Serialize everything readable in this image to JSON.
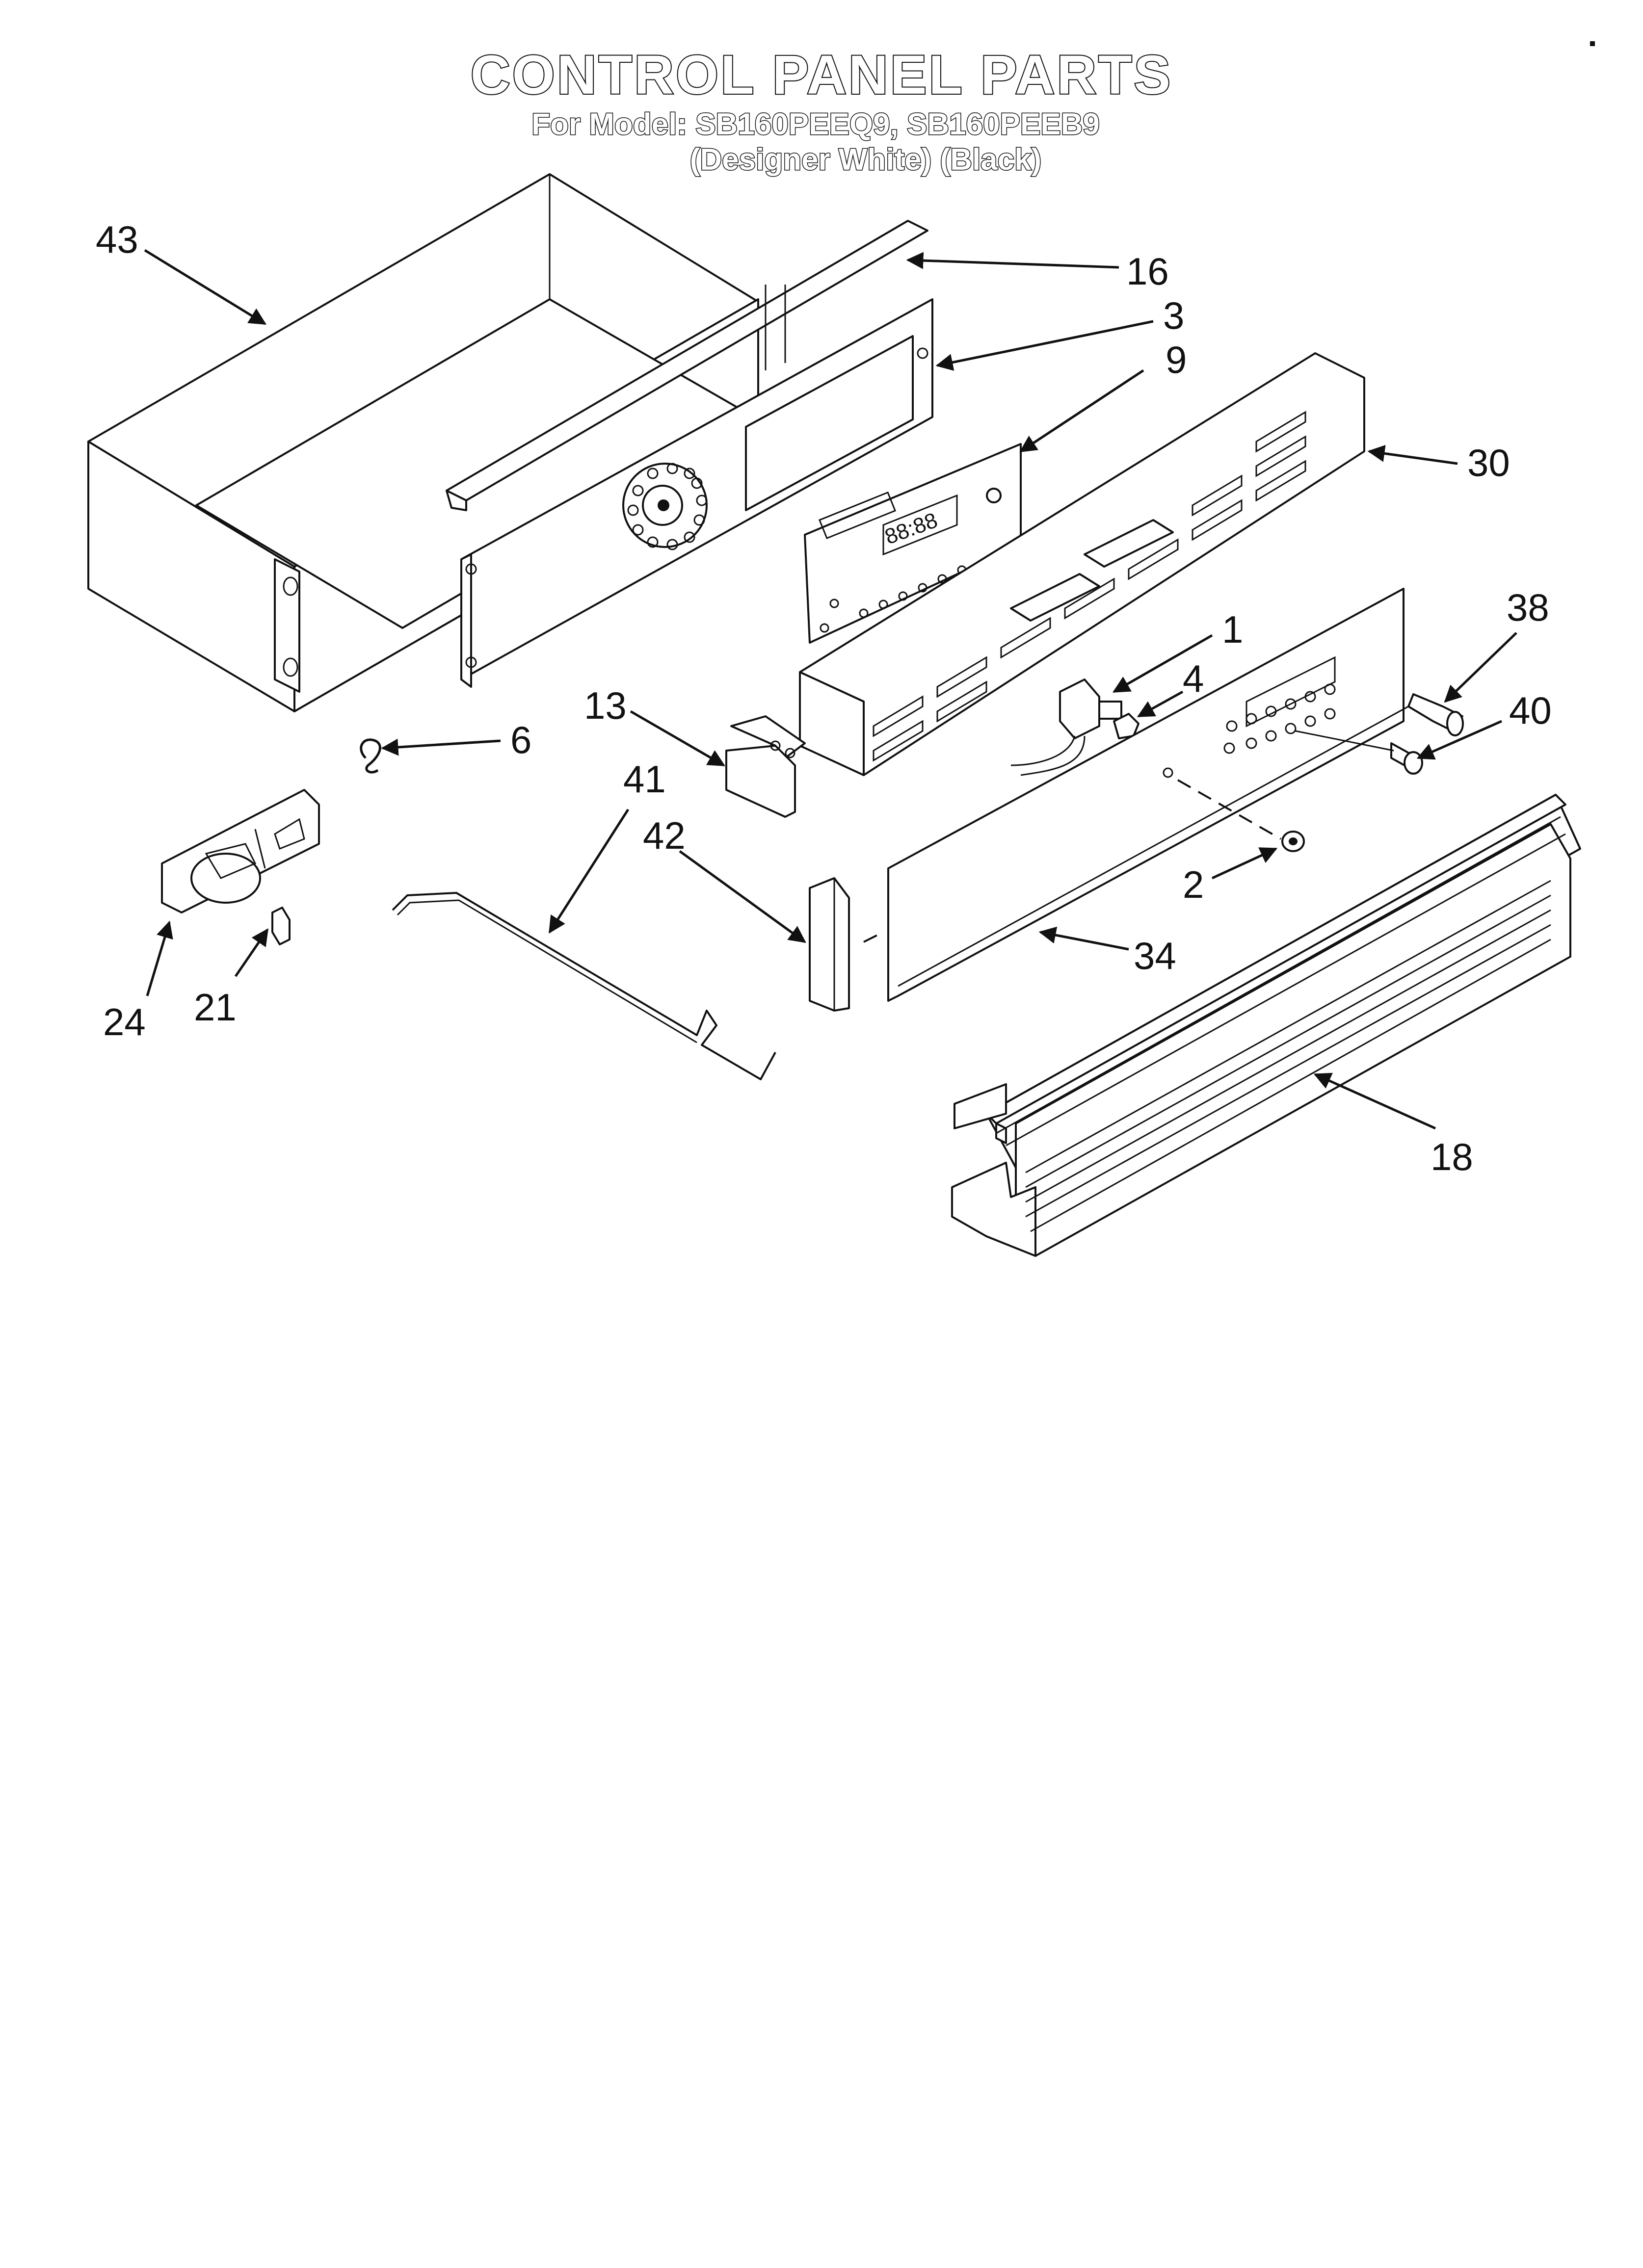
{
  "header": {
    "title": "CONTROL PANEL PARTS",
    "model_line": "For Model: SB160PEEQ9, SB160PEEB9",
    "color_line": "(Designer White)  (Black)"
  },
  "callouts": {
    "c43": "43",
    "c16": "16",
    "c3": "3",
    "c9": "9",
    "c30": "30",
    "c1": "1",
    "c4": "4",
    "c38": "38",
    "c40": "40",
    "c13": "13",
    "c6": "6",
    "c41": "41",
    "c42": "42",
    "c2": "2",
    "c34": "34",
    "c24": "24",
    "c21": "21",
    "c18": "18"
  },
  "display": {
    "clock": "88:88"
  }
}
